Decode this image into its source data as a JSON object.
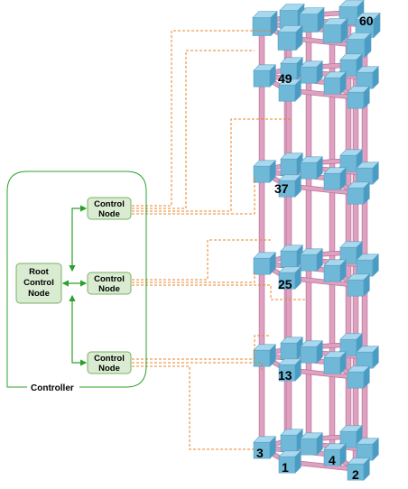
{
  "controller": {
    "label": "Controller",
    "root": {
      "line1": "Root",
      "line2": "Control",
      "line3": "Node"
    },
    "nodes": [
      {
        "line1": "Control",
        "line2": "Node"
      },
      {
        "line1": "Control",
        "line2": "Node"
      },
      {
        "line1": "Control",
        "line2": "Node"
      }
    ]
  },
  "lattice": {
    "labels": [
      "60",
      "49",
      "37",
      "25",
      "13",
      "3",
      "1",
      "4",
      "2"
    ]
  },
  "colors": {
    "cube_front": "#6fb8d8",
    "cube_top": "#a8d8ee",
    "cube_side": "#4a9cc4",
    "rod": "#e0a0c0",
    "rod_edge": "#b8789c",
    "node_fill": "#d9ecd1",
    "node_stroke": "#7bb066",
    "green_link": "#2ca02c",
    "orange_link": "#e8862a"
  }
}
